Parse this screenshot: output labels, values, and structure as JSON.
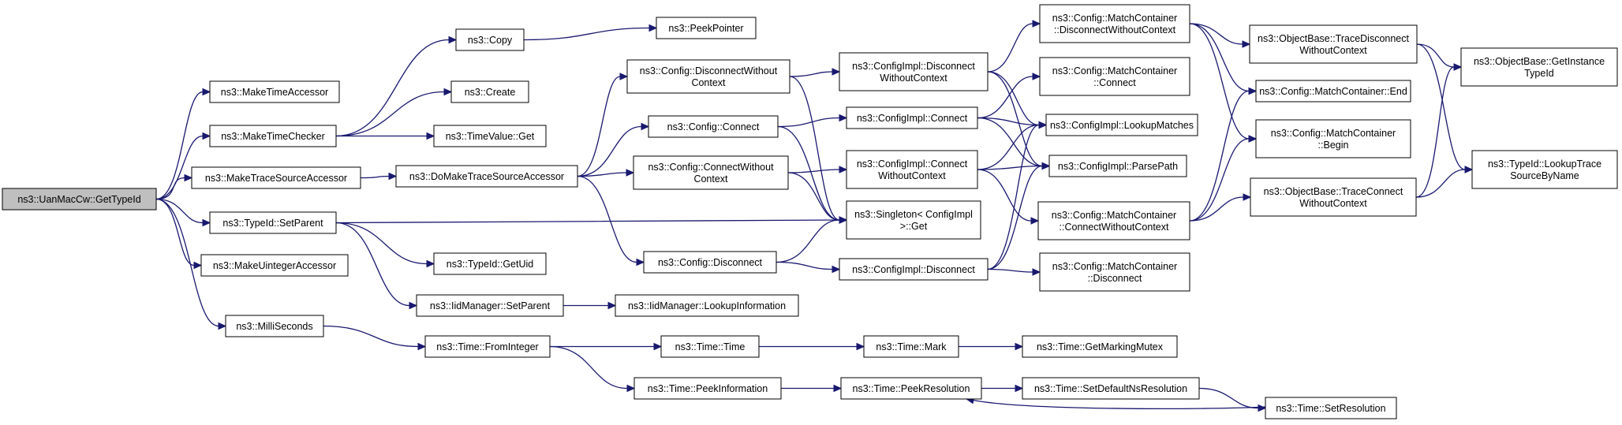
{
  "diagram": {
    "title": "",
    "colors": {
      "edge": "#191970",
      "node_border": "#000000",
      "node_fill": "#ffffff",
      "root_fill": "#bfbfbf"
    },
    "nodes": [
      {
        "id": "getTypeId",
        "lines": [
          "ns3::UanMacCw::GetTypeId"
        ],
        "root": true
      },
      {
        "id": "makeTimeAccessor",
        "lines": [
          "ns3::MakeTimeAccessor"
        ]
      },
      {
        "id": "makeTimeChecker",
        "lines": [
          "ns3::MakeTimeChecker"
        ]
      },
      {
        "id": "makeTraceSourceAccessor",
        "lines": [
          "ns3::MakeTraceSourceAccessor"
        ]
      },
      {
        "id": "setParent",
        "lines": [
          "ns3::TypeId::SetParent"
        ]
      },
      {
        "id": "makeUintegerAccessor",
        "lines": [
          "ns3::MakeUintegerAccessor"
        ]
      },
      {
        "id": "milliSeconds",
        "lines": [
          "ns3::MilliSeconds"
        ]
      },
      {
        "id": "copy",
        "lines": [
          "ns3::Copy"
        ]
      },
      {
        "id": "peekPointer",
        "lines": [
          "ns3::PeekPointer"
        ]
      },
      {
        "id": "create",
        "lines": [
          "ns3::Create"
        ]
      },
      {
        "id": "timeValueGet",
        "lines": [
          "ns3::TimeValue::Get"
        ]
      },
      {
        "id": "doMakeTraceSourceAccessor",
        "lines": [
          "ns3::DoMakeTraceSourceAccessor"
        ]
      },
      {
        "id": "getUid",
        "lines": [
          "ns3::TypeId::GetUid"
        ]
      },
      {
        "id": "iidSetParent",
        "lines": [
          "ns3::IidManager::SetParent"
        ]
      },
      {
        "id": "lookupInformation",
        "lines": [
          "ns3::IidManager::LookupInformation"
        ]
      },
      {
        "id": "fromInteger",
        "lines": [
          "ns3::Time::FromInteger"
        ]
      },
      {
        "id": "timeTime",
        "lines": [
          "ns3::Time::Time"
        ]
      },
      {
        "id": "peekInformation",
        "lines": [
          "ns3::Time::PeekInformation"
        ]
      },
      {
        "id": "timeMark",
        "lines": [
          "ns3::Time::Mark"
        ]
      },
      {
        "id": "getMarkingMutex",
        "lines": [
          "ns3::Time::GetMarkingMutex"
        ]
      },
      {
        "id": "peekResolution",
        "lines": [
          "ns3::Time::PeekResolution"
        ]
      },
      {
        "id": "setDefaultNsResolution",
        "lines": [
          "ns3::Time::SetDefaultNsResolution"
        ]
      },
      {
        "id": "setResolution",
        "lines": [
          "ns3::Time::SetResolution"
        ]
      },
      {
        "id": "configDisconnectWithoutContext",
        "lines": [
          "ns3::Config::DisconnectWithout",
          "Context"
        ]
      },
      {
        "id": "configConnect",
        "lines": [
          "ns3::Config::Connect"
        ]
      },
      {
        "id": "configConnectWithoutContext",
        "lines": [
          "ns3::Config::ConnectWithout",
          "Context"
        ]
      },
      {
        "id": "configDisconnect",
        "lines": [
          "ns3::Config::Disconnect"
        ]
      },
      {
        "id": "singletonGet",
        "lines": [
          "ns3::Singleton< ConfigImpl",
          ">::Get"
        ]
      },
      {
        "id": "implDisconnectWithoutContext",
        "lines": [
          "ns3::ConfigImpl::Disconnect",
          "WithoutContext"
        ]
      },
      {
        "id": "implConnect",
        "lines": [
          "ns3::ConfigImpl::Connect"
        ]
      },
      {
        "id": "implConnectWithoutContext",
        "lines": [
          "ns3::ConfigImpl::Connect",
          "WithoutContext"
        ]
      },
      {
        "id": "implDisconnect",
        "lines": [
          "ns3::ConfigImpl::Disconnect"
        ]
      },
      {
        "id": "mcDisconnectWithoutContext",
        "lines": [
          "ns3::Config::MatchContainer",
          "::DisconnectWithoutContext"
        ]
      },
      {
        "id": "mcConnect",
        "lines": [
          "ns3::Config::MatchContainer",
          "::Connect"
        ]
      },
      {
        "id": "lookupMatches",
        "lines": [
          "ns3::ConfigImpl::LookupMatches"
        ]
      },
      {
        "id": "parsePath",
        "lines": [
          "ns3::ConfigImpl::ParsePath"
        ]
      },
      {
        "id": "mcConnectWithoutContext",
        "lines": [
          "ns3::Config::MatchContainer",
          "::ConnectWithoutContext"
        ]
      },
      {
        "id": "mcDisconnect",
        "lines": [
          "ns3::Config::MatchContainer",
          "::Disconnect"
        ]
      },
      {
        "id": "obTraceDisconnect",
        "lines": [
          "ns3::ObjectBase::TraceDisconnect",
          "WithoutContext"
        ]
      },
      {
        "id": "mcEnd",
        "lines": [
          "ns3::Config::MatchContainer::End"
        ]
      },
      {
        "id": "mcBegin",
        "lines": [
          "ns3::Config::MatchContainer",
          "::Begin"
        ]
      },
      {
        "id": "obTraceConnect",
        "lines": [
          "ns3::ObjectBase::TraceConnect",
          "WithoutContext"
        ]
      },
      {
        "id": "getInstanceTypeId",
        "lines": [
          "ns3::ObjectBase::GetInstance",
          "TypeId"
        ]
      },
      {
        "id": "lookupTraceSourceByName",
        "lines": [
          "ns3::TypeId::LookupTrace",
          "SourceByName"
        ]
      }
    ],
    "edges": [
      [
        "getTypeId",
        "makeTimeAccessor"
      ],
      [
        "getTypeId",
        "makeTimeChecker"
      ],
      [
        "getTypeId",
        "makeTraceSourceAccessor"
      ],
      [
        "getTypeId",
        "setParent"
      ],
      [
        "getTypeId",
        "makeUintegerAccessor"
      ],
      [
        "getTypeId",
        "milliSeconds"
      ],
      [
        "makeTimeChecker",
        "copy"
      ],
      [
        "makeTimeChecker",
        "create"
      ],
      [
        "makeTimeChecker",
        "timeValueGet"
      ],
      [
        "copy",
        "peekPointer"
      ],
      [
        "makeTraceSourceAccessor",
        "doMakeTraceSourceAccessor"
      ],
      [
        "doMakeTraceSourceAccessor",
        "configDisconnectWithoutContext"
      ],
      [
        "doMakeTraceSourceAccessor",
        "configConnect"
      ],
      [
        "doMakeTraceSourceAccessor",
        "configConnectWithoutContext"
      ],
      [
        "doMakeTraceSourceAccessor",
        "configDisconnect"
      ],
      [
        "setParent",
        "singletonGet"
      ],
      [
        "setParent",
        "getUid"
      ],
      [
        "setParent",
        "iidSetParent"
      ],
      [
        "iidSetParent",
        "lookupInformation"
      ],
      [
        "milliSeconds",
        "fromInteger"
      ],
      [
        "fromInteger",
        "timeTime"
      ],
      [
        "fromInteger",
        "peekInformation"
      ],
      [
        "timeTime",
        "timeMark"
      ],
      [
        "timeMark",
        "getMarkingMutex"
      ],
      [
        "peekInformation",
        "peekResolution"
      ],
      [
        "peekResolution",
        "setDefaultNsResolution"
      ],
      [
        "setDefaultNsResolution",
        "setResolution"
      ],
      [
        "setResolution",
        "peekResolution"
      ],
      [
        "configDisconnectWithoutContext",
        "implDisconnectWithoutContext"
      ],
      [
        "configDisconnectWithoutContext",
        "singletonGet"
      ],
      [
        "configConnect",
        "implConnect"
      ],
      [
        "configConnect",
        "singletonGet"
      ],
      [
        "configConnectWithoutContext",
        "implConnectWithoutContext"
      ],
      [
        "configConnectWithoutContext",
        "singletonGet"
      ],
      [
        "configDisconnect",
        "singletonGet"
      ],
      [
        "configDisconnect",
        "implDisconnect"
      ],
      [
        "implDisconnectWithoutContext",
        "mcDisconnectWithoutContext"
      ],
      [
        "implDisconnectWithoutContext",
        "lookupMatches"
      ],
      [
        "implDisconnectWithoutContext",
        "parsePath"
      ],
      [
        "implConnect",
        "mcConnect"
      ],
      [
        "implConnect",
        "lookupMatches"
      ],
      [
        "implConnect",
        "parsePath"
      ],
      [
        "implConnectWithoutContext",
        "lookupMatches"
      ],
      [
        "implConnectWithoutContext",
        "parsePath"
      ],
      [
        "implConnectWithoutContext",
        "mcConnectWithoutContext"
      ],
      [
        "implDisconnect",
        "lookupMatches"
      ],
      [
        "implDisconnect",
        "parsePath"
      ],
      [
        "implDisconnect",
        "mcDisconnect"
      ],
      [
        "mcDisconnectWithoutContext",
        "obTraceDisconnect"
      ],
      [
        "mcDisconnectWithoutContext",
        "mcEnd"
      ],
      [
        "mcDisconnectWithoutContext",
        "mcBegin"
      ],
      [
        "mcConnectWithoutContext",
        "mcEnd"
      ],
      [
        "mcConnectWithoutContext",
        "mcBegin"
      ],
      [
        "mcConnectWithoutContext",
        "obTraceConnect"
      ],
      [
        "obTraceDisconnect",
        "getInstanceTypeId"
      ],
      [
        "obTraceDisconnect",
        "lookupTraceSourceByName"
      ],
      [
        "obTraceConnect",
        "getInstanceTypeId"
      ],
      [
        "obTraceConnect",
        "lookupTraceSourceByName"
      ]
    ]
  }
}
